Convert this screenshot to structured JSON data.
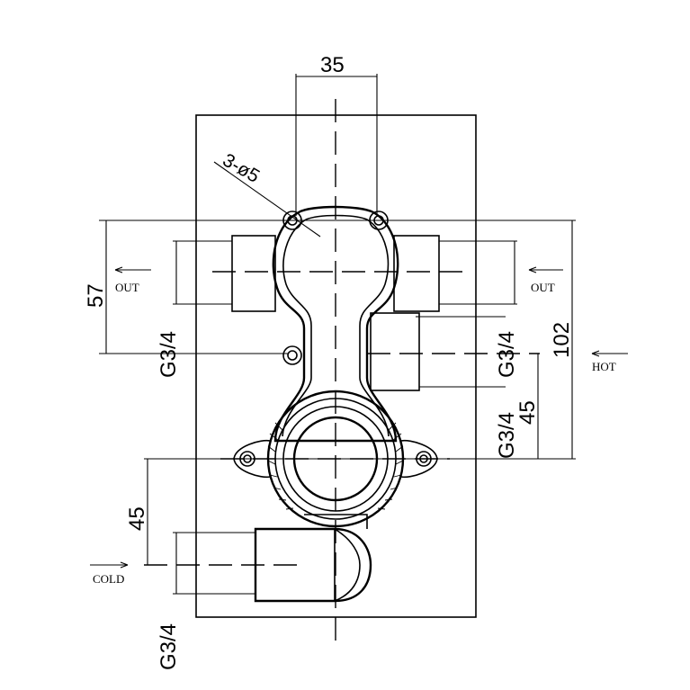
{
  "dimensions": {
    "top_width": "35",
    "hole_spec": "3-ø5",
    "left_height": "57",
    "right_height": "102",
    "right_inner": "45",
    "left_lower": "45"
  },
  "threads": {
    "left_upper": "G3/4",
    "right_upper": "G3/4",
    "right_lower": "G3/4",
    "bottom_left": "G3/4"
  },
  "ports": {
    "out_left": "OUT",
    "out_right": "OUT",
    "hot": "HOT",
    "cold": "COLD"
  }
}
